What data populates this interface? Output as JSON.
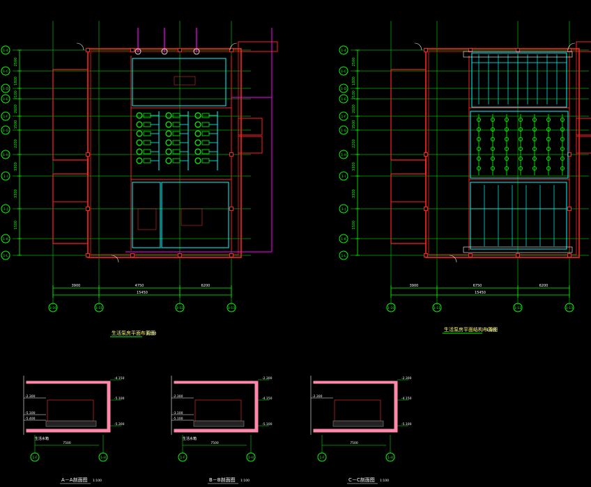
{
  "colors": {
    "background": "#000000",
    "wall": "#ff2020",
    "grid": "#00ff00",
    "equipment": "#00ffff",
    "pipe": "#ff00ff",
    "text": "#ffffff",
    "annotation": "#ff3030",
    "yellow": "#ffff00"
  },
  "plan_left": {
    "title": "生活泵房平面布置图",
    "scale": "1:100",
    "row_axes": [
      "1-4",
      "1-C",
      "1-D",
      "1-E",
      "1-F",
      "1-G",
      "1-H",
      "1-I",
      "1-J",
      "1-K",
      "1-L"
    ],
    "col_axes": [
      "1-10",
      "1-11",
      "1-12",
      "1-13"
    ],
    "row_dims": [
      "2500",
      "1800",
      "2100",
      "2600",
      "1500",
      "2200",
      "3300",
      "3300",
      "1500"
    ],
    "col_dims": [
      "3900",
      "4750",
      "6200"
    ],
    "total_dim": "15450"
  },
  "plan_right": {
    "title": "生活泵房平面结构布置图",
    "scale": "1:100",
    "row_axes": [
      "1-4",
      "1-C",
      "1-D",
      "1-E",
      "1-F",
      "1-G",
      "1-H",
      "1-I",
      "1-J",
      "1-K",
      "1-L"
    ],
    "col_axes": [
      "1-10",
      "1-11",
      "1-12",
      "1-13"
    ],
    "row_dims": [
      "2500",
      "1800",
      "2100",
      "2600",
      "1500",
      "2200",
      "3300",
      "3300",
      "1500"
    ],
    "col_dims": [
      "3900",
      "6750",
      "6200"
    ],
    "total_dim": "15450"
  },
  "sections": [
    {
      "title": "A－A剖面图",
      "scale": "1:100",
      "axes": [
        "1-F",
        "1-H"
      ],
      "levels_left": [
        "-2.300",
        "-5.100",
        "-5.400"
      ],
      "levels_right": [
        "-4.150",
        "-5.100",
        "-5.300"
      ],
      "bottom_note": "生活水箱",
      "span": "7500"
    },
    {
      "title": "B－B剖面图",
      "scale": "1:100",
      "axes": [
        "1-F",
        "1-H"
      ],
      "levels_left": [
        "-2.300",
        "-3.100",
        "-5.100"
      ],
      "levels_right": [
        "-2.300",
        "-4.150",
        "-5.100"
      ],
      "bottom_note": "生活水箱",
      "span": "7500"
    },
    {
      "title": "C－C剖面图",
      "scale": "1:100",
      "axes": [
        "1-F",
        "1-H"
      ],
      "levels_left": [
        "-2.300"
      ],
      "levels_right": [
        "-2.300",
        "-4.150",
        "-5.100"
      ],
      "bottom_note": "",
      "span": "7500"
    }
  ]
}
